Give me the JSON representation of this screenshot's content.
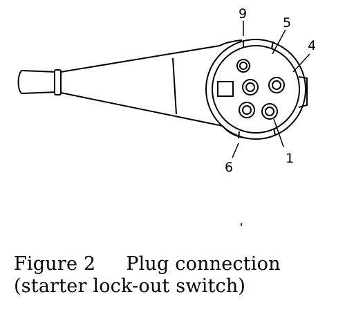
{
  "pin_labels": {
    "pin_9": "9",
    "pin_5": "5",
    "pin_4": "4",
    "pin_6": "6",
    "pin_1": "1"
  },
  "caption": {
    "figure_label": "Figure 2",
    "title": "Plug connection",
    "subtitle": "(starter lock-out switch)"
  }
}
